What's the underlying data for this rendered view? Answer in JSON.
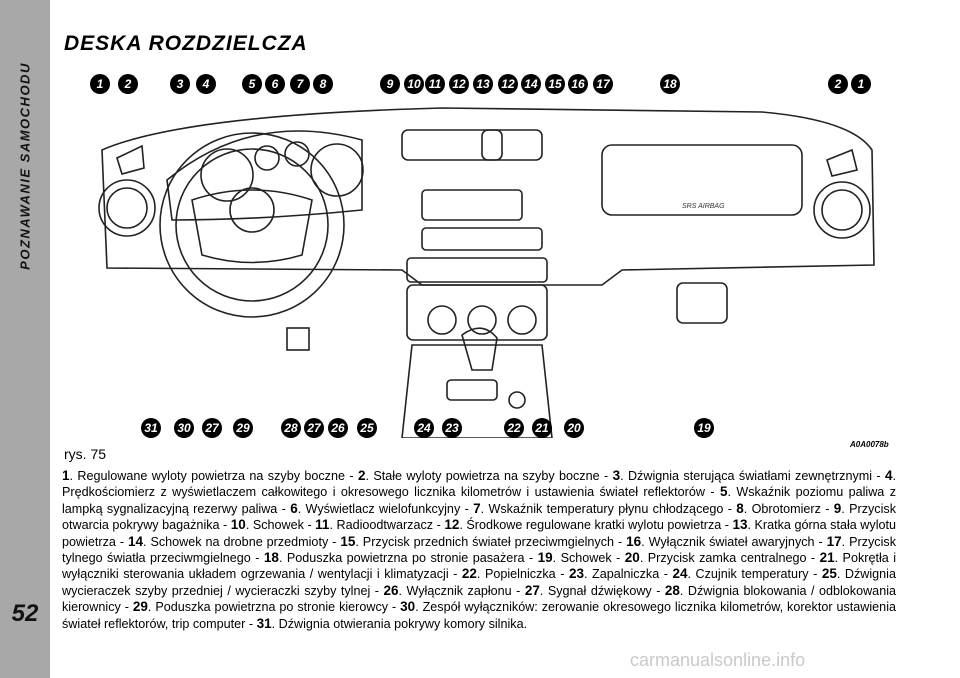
{
  "sidebar": {
    "section_title": "POZNAWANIE SAMOCHODU",
    "page_number": "52"
  },
  "title": "DESKA ROZDZIELCZA",
  "figure": {
    "caption": "rys. 75",
    "code": "A0A0078b",
    "airbag_text": "SRS AIRBAG",
    "top_callouts": [
      "1",
      "2",
      "3",
      "4",
      "5",
      "6",
      "7",
      "8",
      "9",
      "10",
      "11",
      "12",
      "13",
      "12",
      "14",
      "15",
      "16",
      "17",
      "18",
      "2",
      "1"
    ],
    "bottom_callouts": [
      "31",
      "30",
      "27",
      "29",
      "28",
      "27",
      "26",
      "25",
      "24",
      "23",
      "22",
      "21",
      "20",
      "19"
    ]
  },
  "items": [
    {
      "n": "1",
      "t": "Regulowane wyloty powietrza na szyby boczne"
    },
    {
      "n": "2",
      "t": "Stałe wyloty powietrza na szyby boczne"
    },
    {
      "n": "3",
      "t": "Dźwignia sterująca światłami zewnętrznymi"
    },
    {
      "n": "4",
      "t": "Prędkościomierz z wyświetlaczem całkowitego i okresowego licznika kilometrów i ustawienia świateł reflektorów"
    },
    {
      "n": "5",
      "t": "Wskaźnik poziomu paliwa z lampką sygnalizacyjną rezerwy paliwa"
    },
    {
      "n": "6",
      "t": "Wyświetlacz wielofunkcyjny"
    },
    {
      "n": "7",
      "t": "Wskaźnik temperatury płynu chłodzącego"
    },
    {
      "n": "8",
      "t": "Obrotomierz"
    },
    {
      "n": "9",
      "t": "Przycisk otwarcia pokrywy bagażnika"
    },
    {
      "n": "10",
      "t": "Schowek"
    },
    {
      "n": "11",
      "t": "Radioodtwarzacz"
    },
    {
      "n": "12",
      "t": "Środkowe regulowane kratki wylotu powietrza"
    },
    {
      "n": "13",
      "t": "Kratka górna stała wylotu powietrza"
    },
    {
      "n": "14",
      "t": "Schowek na drobne przedmioty"
    },
    {
      "n": "15",
      "t": "Przycisk przednich świateł przeciwmgielnych"
    },
    {
      "n": "16",
      "t": "Wyłącznik świateł awaryjnych"
    },
    {
      "n": "17",
      "t": "Przycisk tylnego światła przeciwmgielnego"
    },
    {
      "n": "18",
      "t": "Poduszka powietrzna po stronie pasażera"
    },
    {
      "n": "19",
      "t": "Schowek"
    },
    {
      "n": "20",
      "t": "Przycisk zamka centralnego"
    },
    {
      "n": "21",
      "t": "Pokrętła i wyłączniki sterowania układem ogrzewania / wentylacji i klimatyzacji"
    },
    {
      "n": "22",
      "t": "Popielniczka"
    },
    {
      "n": "23",
      "t": "Zapalniczka"
    },
    {
      "n": "24",
      "t": "Czujnik temperatury"
    },
    {
      "n": "25",
      "t": "Dźwignia wycieraczek szyby przedniej / wycieraczki szyby tylnej"
    },
    {
      "n": "26",
      "t": "Wyłącznik zapłonu"
    },
    {
      "n": "27",
      "t": "Sygnał dźwiękowy"
    },
    {
      "n": "28",
      "t": "Dźwignia blokowania / odblokowania kierownicy"
    },
    {
      "n": "29",
      "t": "Poduszka powietrzna po stronie kierowcy"
    },
    {
      "n": "30",
      "t": "Zespół wyłączników: zerowanie okresowego licznika kilometrów, korektor ustawienia świateł reflektorów, trip computer"
    },
    {
      "n": "31",
      "t": "Dźwignia otwierania pokrywy komory silnika."
    }
  ],
  "footer": "carmanualsonline.info"
}
